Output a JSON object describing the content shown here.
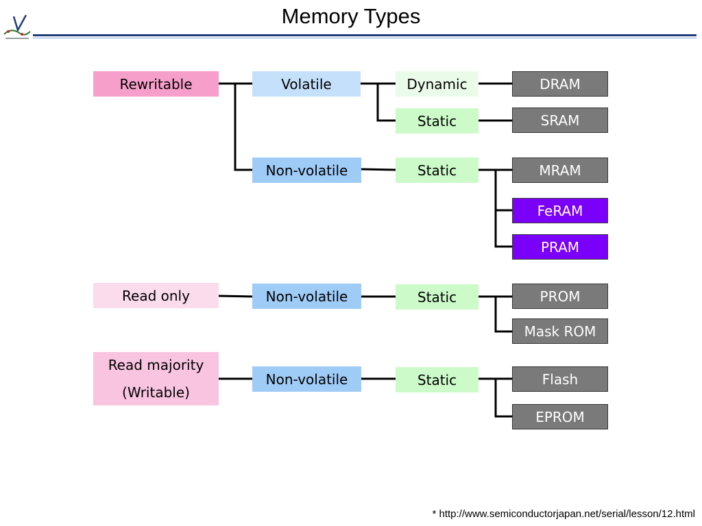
{
  "title": "Memory Types",
  "footnote": "* http://www.semiconductorjapan.net/serial/lesson/12.html",
  "nodes": {
    "rewritable": "Rewritable",
    "read_only": "Read only",
    "read_majority": "Read majority\n(Writable)",
    "volatile": "Volatile",
    "nonvolatile_1": "Non-volatile",
    "nonvolatile_2": "Non-volatile",
    "nonvolatile_3": "Non-volatile",
    "dynamic": "Dynamic",
    "static_1": "Static",
    "static_2": "Static",
    "static_3": "Static",
    "static_4": "Static",
    "dram": "DRAM",
    "sram": "SRAM",
    "mram": "MRAM",
    "feram": "FeRAM",
    "pram": "PRAM",
    "prom": "PROM",
    "mask_rom": "Mask ROM",
    "flash": "Flash",
    "eprom": "EPROM"
  },
  "colors": {
    "rewritable": "#f79fcb",
    "read_only": "#fadcec",
    "read_majority": "#f9c4e0",
    "volatile": "#c5e0fb",
    "nonvolatile": "#9fcbf7",
    "dynamic": "#ebfbea",
    "static": "#ccfac9",
    "gray_box": "#7a7a7a",
    "purple_box": "#7a00fa",
    "header_line": "#1f3b78"
  },
  "icons": {
    "logo": "logo-icon"
  }
}
